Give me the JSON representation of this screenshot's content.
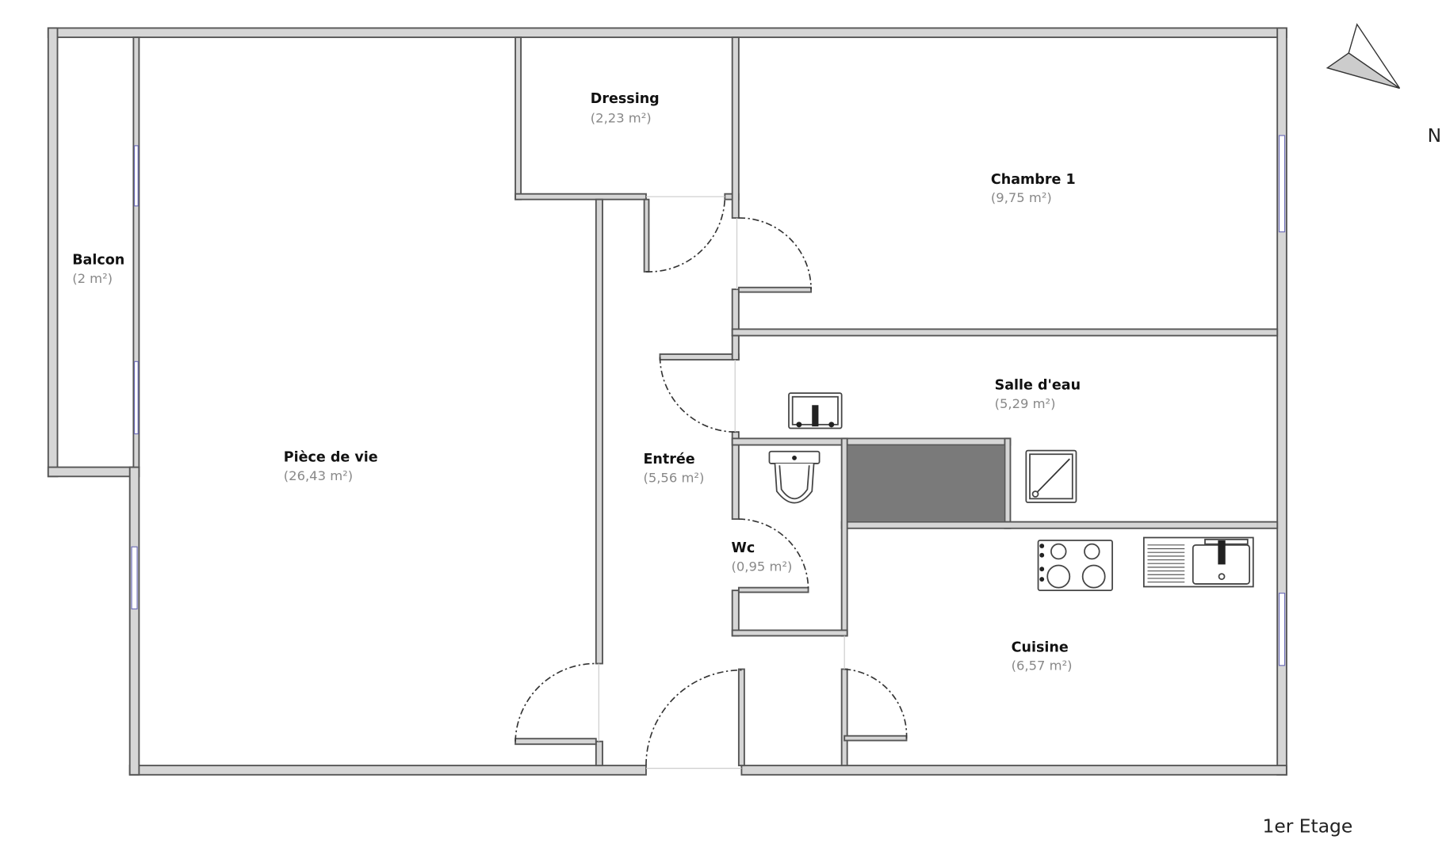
{
  "compass": {
    "label": "N"
  },
  "floor_label": "1er Etage",
  "rooms": {
    "balcon": {
      "name": "Balcon",
      "area": "(2 m²)"
    },
    "piece_de_vie": {
      "name": "Pièce de vie",
      "area": "(26,43 m²)"
    },
    "dressing": {
      "name": "Dressing",
      "area": "(2,23 m²)"
    },
    "chambre1": {
      "name": "Chambre 1",
      "area": "(9,75 m²)"
    },
    "salle_deau": {
      "name": "Salle d'eau",
      "area": "(5,29 m²)"
    },
    "entree": {
      "name": "Entrée",
      "area": "(5,56 m²)"
    },
    "wc": {
      "name": "Wc",
      "area": "(0,95 m²)"
    },
    "cuisine": {
      "name": "Cuisine",
      "area": "(6,57 m²)"
    }
  },
  "colors": {
    "wall": "#d6d6d6",
    "wall_stroke": "#555555",
    "window": "#6d6db8",
    "counter": "#7a7a7a"
  }
}
